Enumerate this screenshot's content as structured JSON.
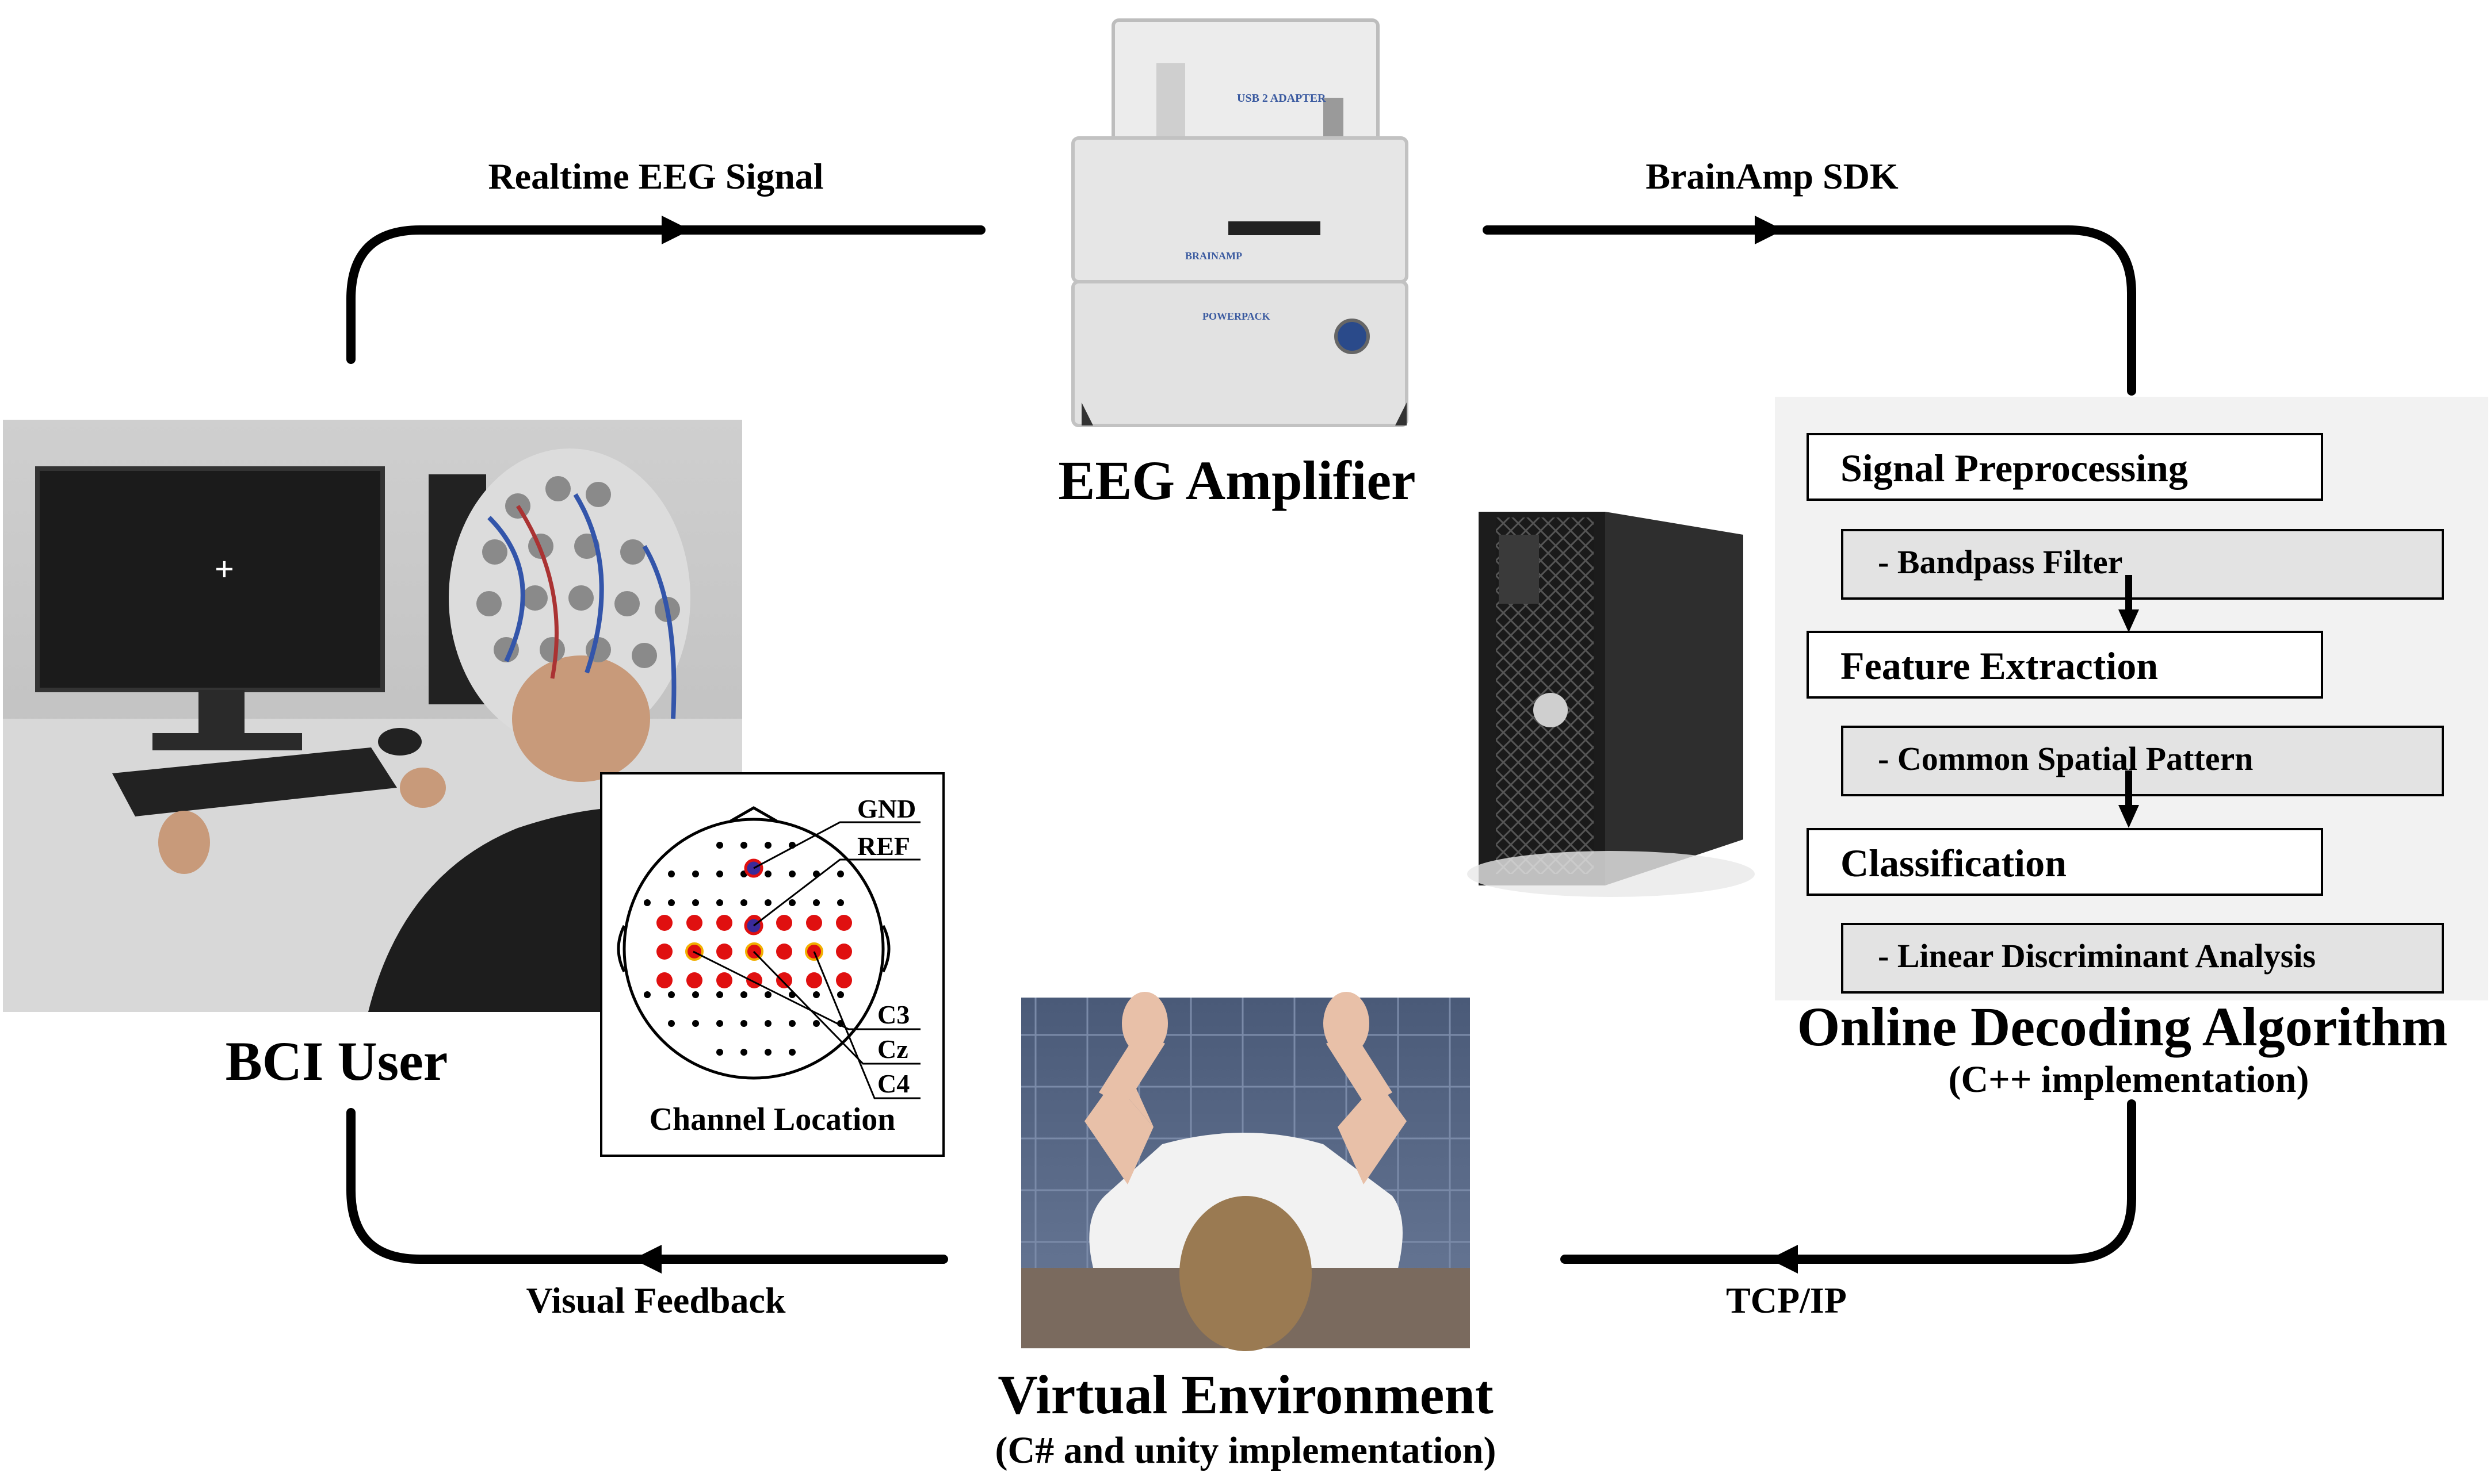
{
  "flow": {
    "realtime_label": "Realtime EEG Signal",
    "sdk_label": "BrainAmp SDK",
    "tcp_label": "TCP/IP",
    "feedback_label": "Visual Feedback"
  },
  "amplifier": {
    "title": "EEG Amplifier",
    "usb_label": "USB 2 ADAPTER",
    "brainamp_label": "BRAINAMP",
    "power_label": "POWERPACK"
  },
  "user": {
    "title": "BCI User"
  },
  "channels": {
    "title": "Channel Location",
    "gnd": "GND",
    "ref": "REF",
    "c3": "C3",
    "cz": "Cz",
    "c4": "C4"
  },
  "decoding": {
    "title": "Online Decoding Algorithm",
    "subtitle": "(C++ implementation)",
    "steps": [
      {
        "name": "Signal Preprocessing",
        "detail": "- Bandpass Filter"
      },
      {
        "name": "Feature Extraction",
        "detail": "- Common Spatial Pattern"
      },
      {
        "name": "Classification",
        "detail": "- Linear Discriminant Analysis"
      }
    ]
  },
  "virtual": {
    "title": "Virtual Environment",
    "subtitle": "(C# and unity implementation)"
  },
  "colors": {
    "line": "#000000",
    "electrode": "#e01010",
    "panel": "#f2f2f2",
    "detail_box": "#e3e3e3"
  }
}
